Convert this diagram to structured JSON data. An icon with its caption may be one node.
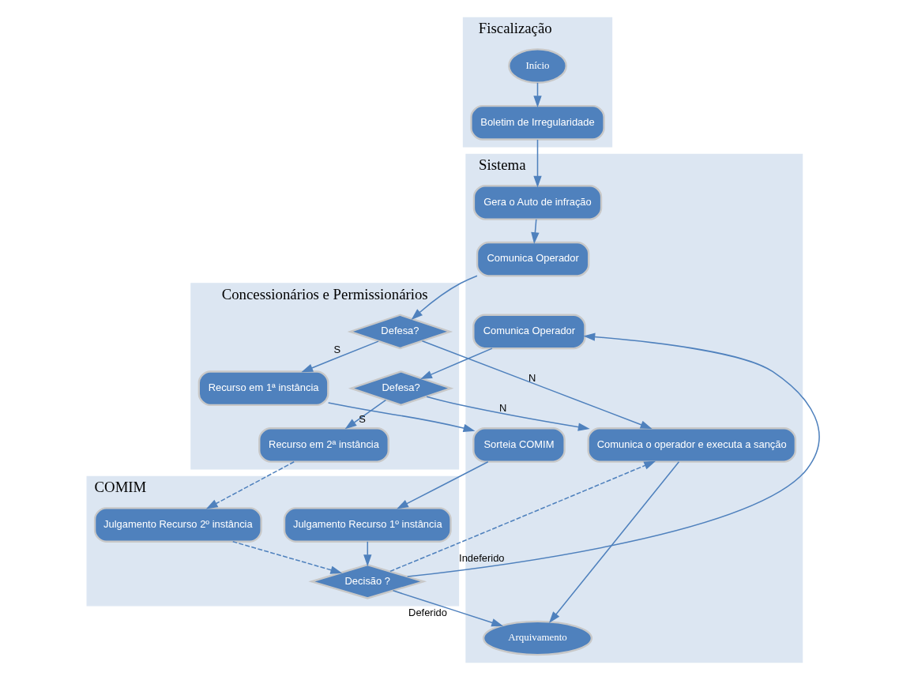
{
  "diagram": {
    "nodes": [
      {
        "text": [
          "Fiscalização"
        ]
      },
      {
        "text": [
          "Concessionários e Permissionários"
        ]
      },
      {
        "text": [
          "Sistema"
        ]
      },
      {
        "text": [
          "COMIM"
        ]
      },
      {
        "text": [
          "Início"
        ],
        "in": 0
      },
      {
        "text": [
          "Boletim de Irregularidade"
        ],
        "in": 0
      },
      {
        "text": [
          "Gera o Auto de infração"
        ],
        "in": 2
      },
      {
        "text": [
          "Comunica Operador"
        ],
        "in": 2
      },
      {
        "text": [
          "Defesa?"
        ],
        "in": 1
      },
      {
        "text": [
          "Sorteia COMIM"
        ],
        "in": 2
      },
      {
        "text": [
          "Recurso em 1ª instância"
        ],
        "in": 1
      },
      {
        "text": [
          "Julgamento Recurso 1º instância"
        ],
        "in": 3
      },
      {
        "text": [
          "Julgamento Recurso 2º instância"
        ],
        "in": 3
      },
      {
        "text": [
          "Decisão ?"
        ],
        "in": 3
      },
      {
        "text": [
          "Comunica Operador"
        ],
        "in": 2
      },
      {
        "text": [
          "Defesa?"
        ],
        "in": 1
      },
      {
        "text": [
          "Recurso em 2ª instância"
        ],
        "in": 1
      },
      {
        "text": [
          "Comunica o operador e executa a sanção"
        ],
        "in": 2
      },
      {
        "text": [
          "Arquivamento"
        ],
        "in": 2
      }
    ],
    "edges": [
      {
        "from": 4,
        "to": 5,
        "arrow": "to"
      },
      {
        "from": 5,
        "to": 6,
        "arrow": "to"
      },
      {
        "from": 6,
        "to": 7,
        "arrow": "to"
      },
      {
        "from": 7,
        "to": 8,
        "arrow": "to"
      },
      {
        "from": 8,
        "to": 10,
        "arrow": "to",
        "label": "S"
      },
      {
        "from": 8,
        "to": 17,
        "arrow": "to",
        "label": "N"
      },
      {
        "from": 10,
        "to": 9,
        "arrow": "to"
      },
      {
        "from": 9,
        "to": 11,
        "arrow": "to"
      },
      {
        "from": 11,
        "to": 13,
        "arrow": "to"
      },
      {
        "from": 12,
        "to": 13,
        "arrow": "to",
        "style": "dashed"
      },
      {
        "from": 13,
        "to": 14,
        "arrow": "to",
        "label": "Indeferido"
      },
      {
        "from": 13,
        "to": 17,
        "arrow": "to",
        "style": "dashed"
      },
      {
        "from": 13,
        "to": 18,
        "arrow": "to",
        "label": "Deferido"
      },
      {
        "from": 14,
        "to": 15,
        "arrow": "to"
      },
      {
        "from": 15,
        "to": 16,
        "arrow": "to",
        "label": "S"
      },
      {
        "from": 15,
        "to": 17,
        "arrow": "to",
        "label": "N"
      },
      {
        "from": 16,
        "to": 12,
        "arrow": "to",
        "style": "dashed"
      },
      {
        "from": 17,
        "to": 18,
        "arrow": "to"
      }
    ]
  }
}
